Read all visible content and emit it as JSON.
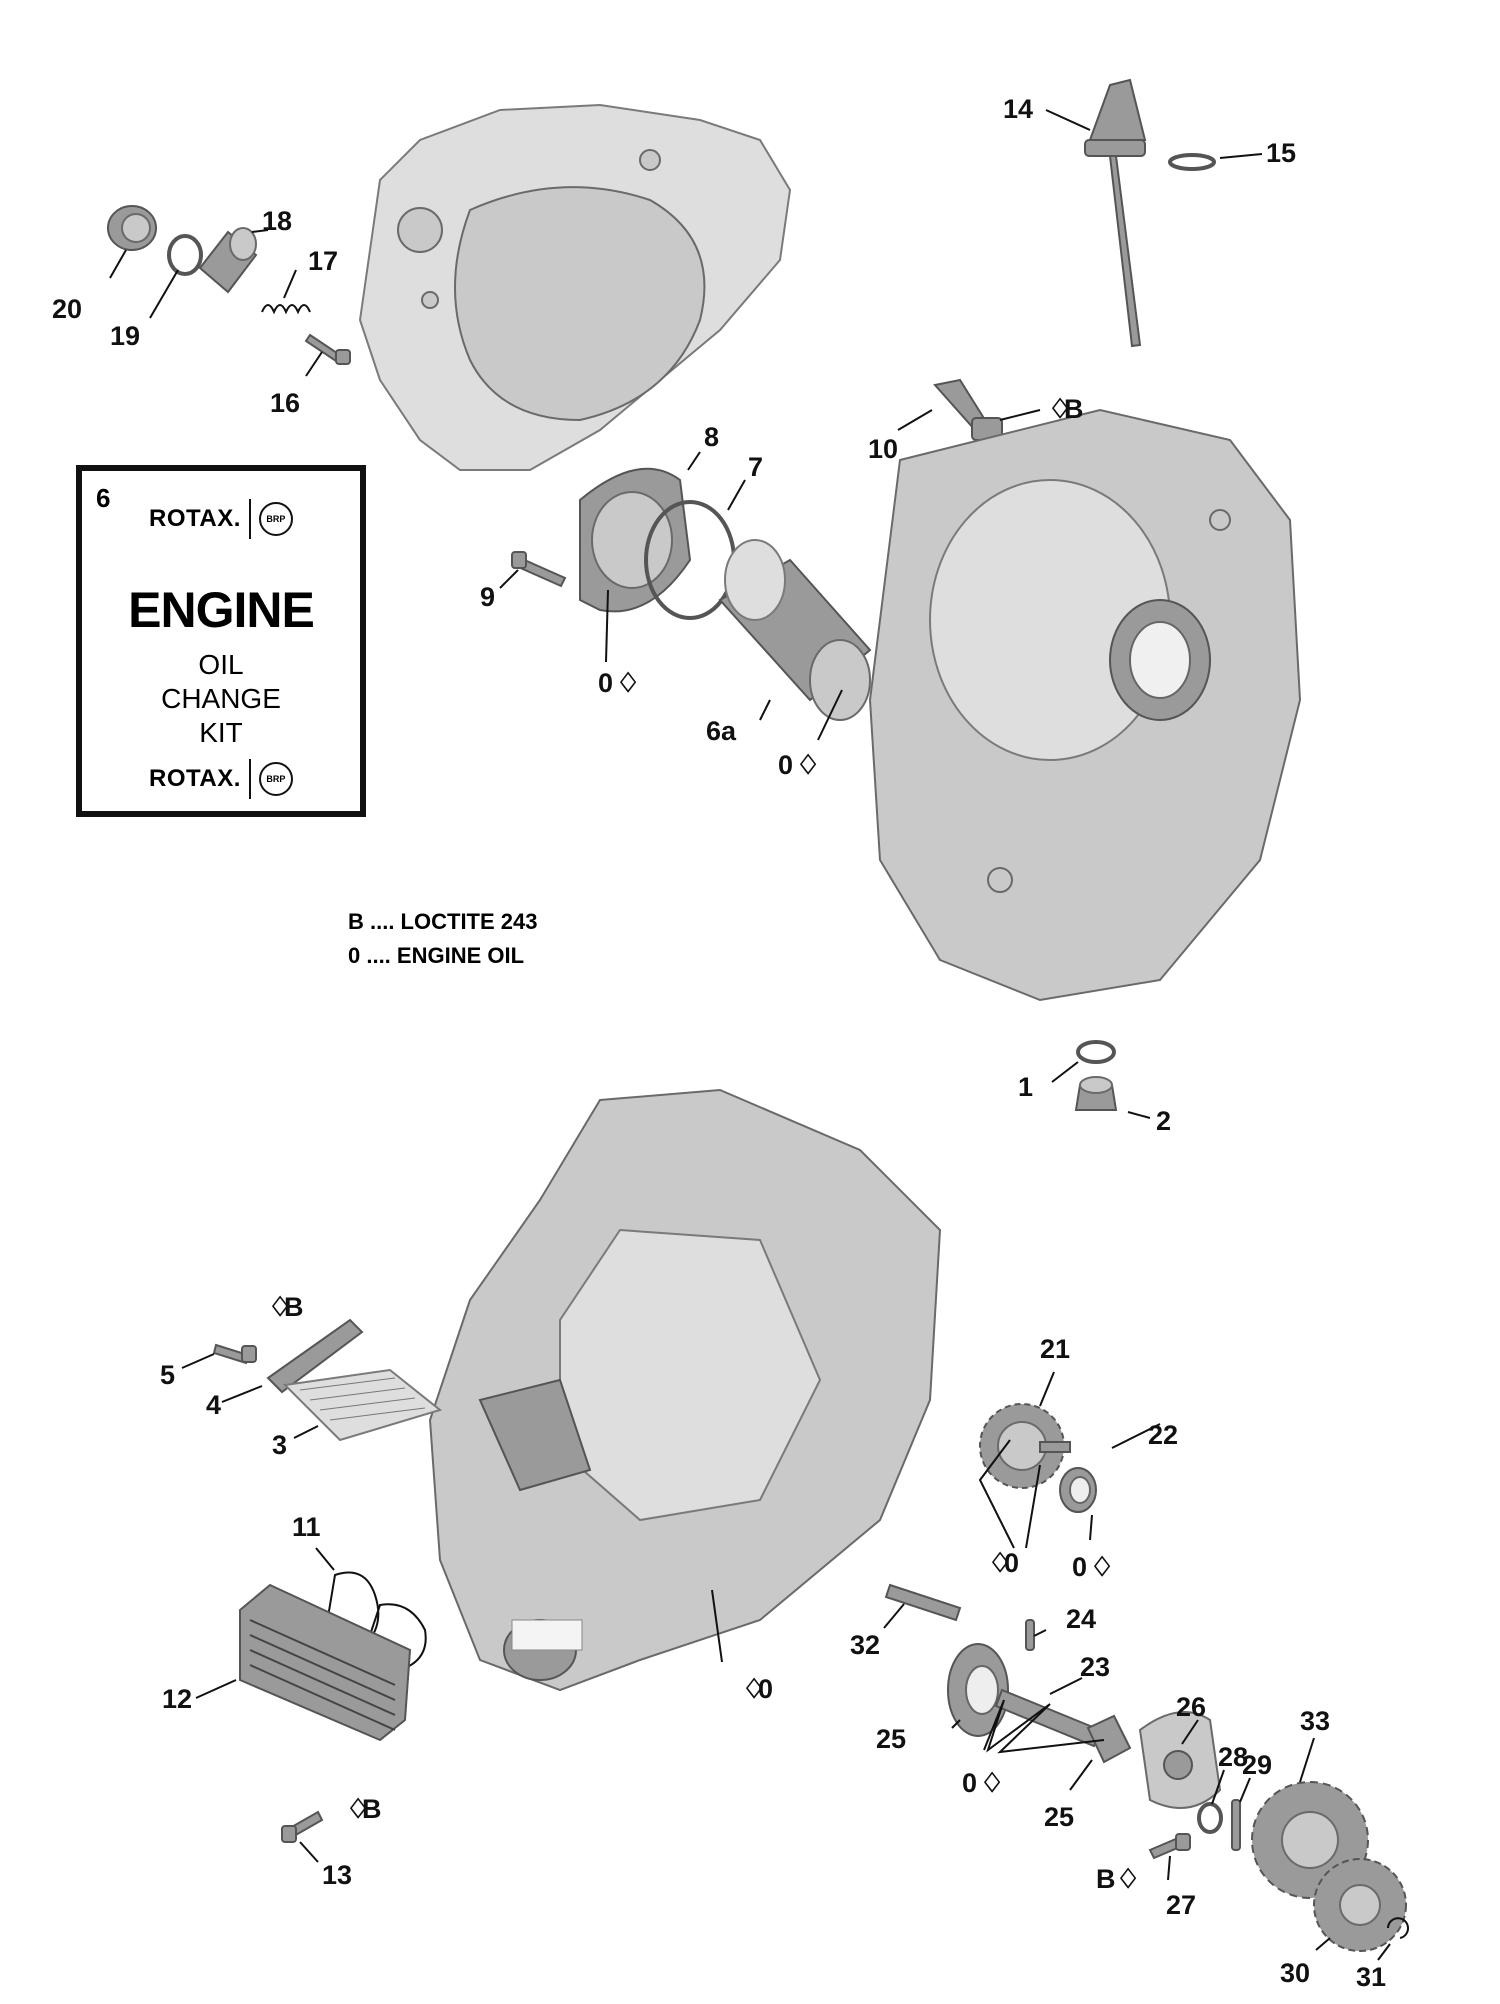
{
  "kit": {
    "number": "6",
    "brand": "ROTAX.",
    "badge": "BRP",
    "title": "ENGINE",
    "line1": "OIL",
    "line2": "CHANGE",
    "line3": "KIT"
  },
  "legend": [
    "B .... LOCTITE 243",
    "0 .... ENGINE OIL"
  ],
  "callouts": {
    "c1": "1",
    "c2": "2",
    "c3": "3",
    "c4": "4",
    "c5": "5",
    "c6a": "6a",
    "c7": "7",
    "c8": "8",
    "c9": "9",
    "c10": "10",
    "c11": "11",
    "c12": "12",
    "c13": "13",
    "c14": "14",
    "c15": "15",
    "c16": "16",
    "c17": "17",
    "c18": "18",
    "c19": "19",
    "c20": "20",
    "c21": "21",
    "c22": "22",
    "c23": "23",
    "c24": "24",
    "c25a": "25",
    "c25b": "25",
    "c26": "26",
    "c27": "27",
    "c28": "28",
    "c29": "29",
    "c30": "30",
    "c31": "31",
    "c32": "32",
    "c33": "33"
  },
  "marks": {
    "oil": "0",
    "loctite": "B",
    "drop": "♢"
  }
}
